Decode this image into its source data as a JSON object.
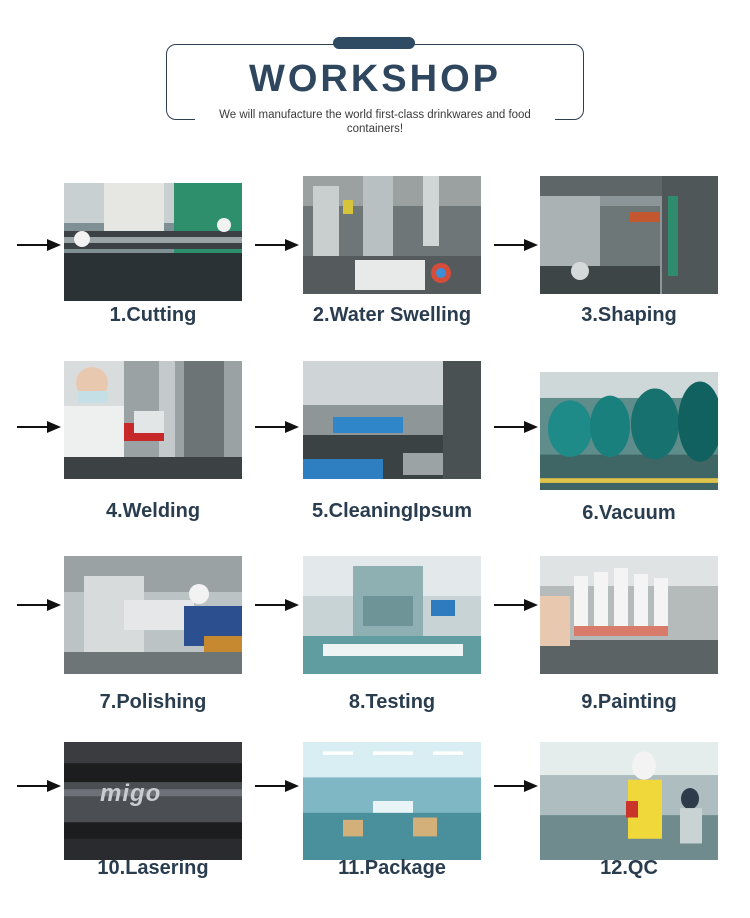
{
  "header": {
    "title": "WORKSHOP",
    "subtitle": "We will manufacture the world first-class drinkwares and food containers!"
  },
  "steps": [
    {
      "label": "1.Cutting",
      "icon": "cutting-photo"
    },
    {
      "label": "2.Water Swelling",
      "icon": "water-swelling-photo"
    },
    {
      "label": "3.Shaping",
      "icon": "shaping-photo"
    },
    {
      "label": "4.Welding",
      "icon": "welding-photo"
    },
    {
      "label": "5.CleaningIpsum",
      "icon": "cleaning-photo"
    },
    {
      "label": "6.Vacuum",
      "icon": "vacuum-photo"
    },
    {
      "label": "7.Polishing",
      "icon": "polishing-photo"
    },
    {
      "label": "8.Testing",
      "icon": "testing-photo"
    },
    {
      "label": "9.Painting",
      "icon": "painting-photo"
    },
    {
      "label": "10.Lasering",
      "icon": "lasering-photo",
      "logo_text": "migo"
    },
    {
      "label": "11.Package",
      "icon": "package-photo"
    },
    {
      "label": "12.QC",
      "icon": "qc-photo"
    }
  ]
}
